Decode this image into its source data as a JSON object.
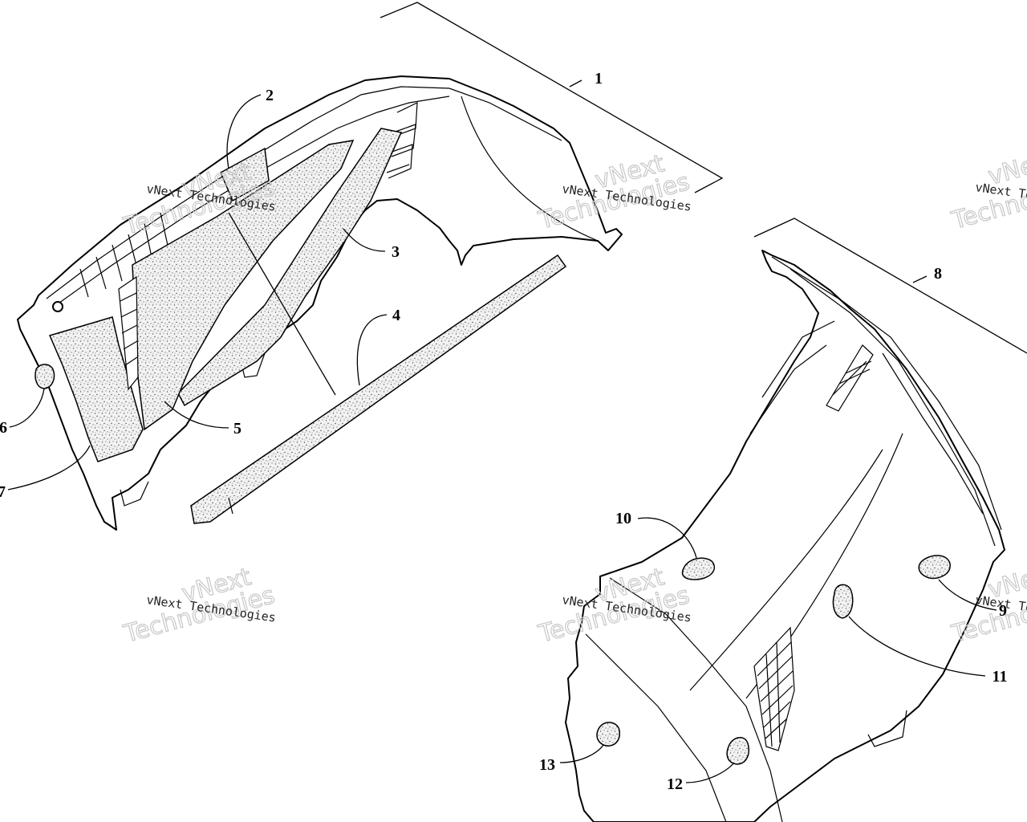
{
  "diagram": {
    "callouts": [
      "1",
      "2",
      "3",
      "4",
      "5",
      "6",
      "7",
      "8",
      "9",
      "10",
      "11",
      "12",
      "13"
    ],
    "watermark": {
      "line1": "vNext Technologies",
      "line2_a": "vNext",
      "line2_b": "Technologies"
    }
  }
}
